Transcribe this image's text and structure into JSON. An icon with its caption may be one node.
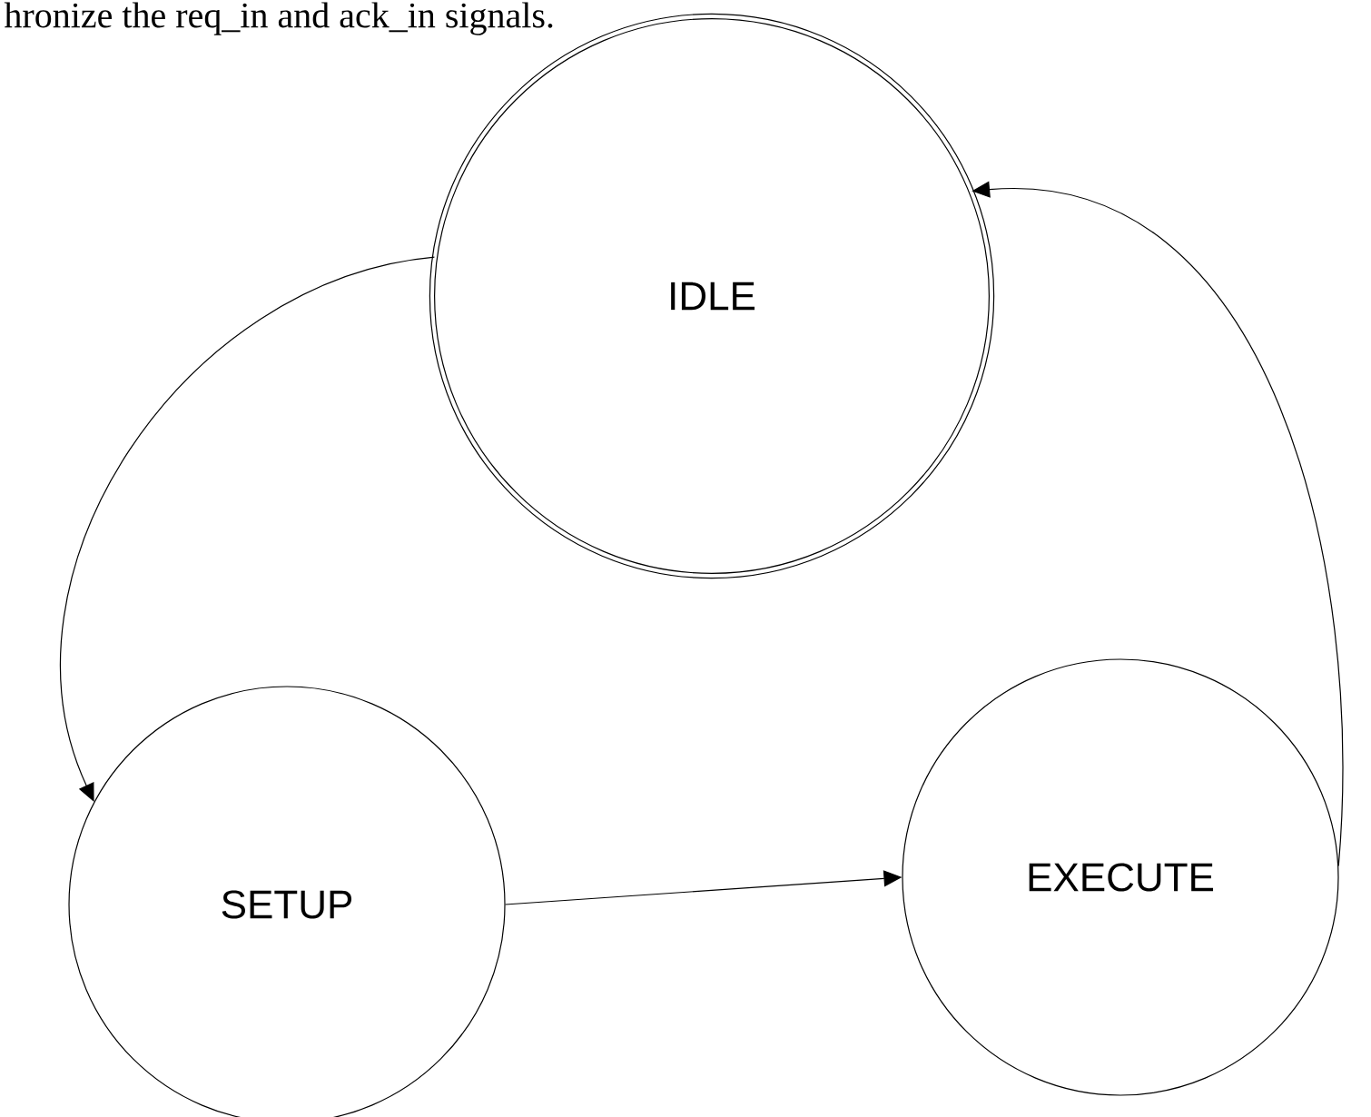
{
  "diagram": {
    "nodes": [
      {
        "text": [
          "IDLE"
        ]
      },
      {
        "text": [
          "SETUP"
        ]
      },
      {
        "text": [
          "EXECUTE"
        ]
      }
    ],
    "edges": [
      {
        "from": 0,
        "to": 1,
        "arrow": "to"
      },
      {
        "from": 1,
        "to": 2,
        "arrow": "to"
      },
      {
        "from": 2,
        "to": 0,
        "arrow": "to"
      }
    ],
    "labels": [
      "hronize the req_in and ack_in signals."
    ]
  }
}
